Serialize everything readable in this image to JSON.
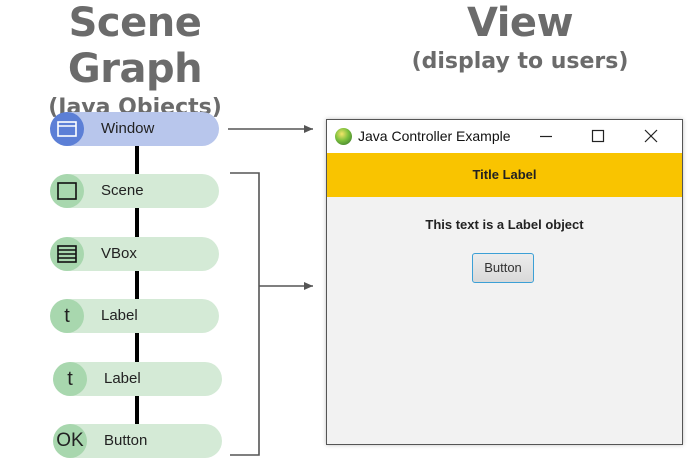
{
  "headings": {
    "left": {
      "title": "Scene Graph",
      "subtitle": "(Java Objects)"
    },
    "right": {
      "title": "View",
      "subtitle": "(display to users)"
    }
  },
  "scene_graph": {
    "nodes": [
      {
        "label": "Window",
        "icon": "window-icon"
      },
      {
        "label": "Scene",
        "icon": "square-icon"
      },
      {
        "label": "VBox",
        "icon": "list-icon"
      },
      {
        "label": "Label",
        "icon": "t-glyph",
        "glyph": "t"
      },
      {
        "label": "Label",
        "icon": "t-glyph",
        "glyph": "t"
      },
      {
        "label": "Button",
        "icon": "ok-glyph",
        "glyph": "OK"
      }
    ]
  },
  "view": {
    "window_title": "Java Controller Example",
    "header_label": "Title Label",
    "body_label": "This text is a Label object",
    "button_label": "Button",
    "controls": [
      "minimize-icon",
      "maximize-icon",
      "close-icon"
    ]
  },
  "colors": {
    "window_pill": "#b8c6ec",
    "window_circle": "#5c7fd6",
    "node_pill": "#d4ead6",
    "node_circle": "#a8d7ae",
    "header_band": "#f9c400",
    "button_border": "#3ca0d6"
  }
}
